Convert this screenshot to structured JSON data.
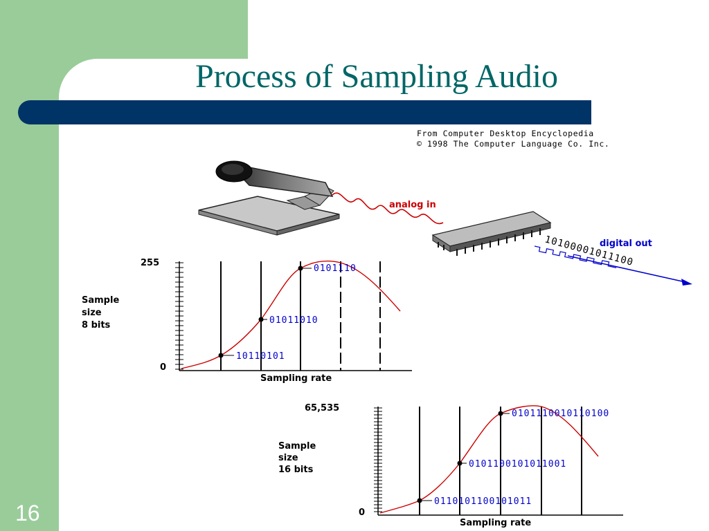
{
  "slide": {
    "title": "Process of Sampling Audio",
    "number": "16"
  },
  "credit": {
    "line1": "From Computer Desktop Encyclopedia",
    "line2": "© 1998 The Computer Language Co. Inc."
  },
  "converter": {
    "analog_label": "analog in",
    "digital_label": "digital out",
    "bit_stream": "10100001011100"
  },
  "chart_data": [
    {
      "type": "line",
      "ytick_labels": [
        "255",
        "0"
      ],
      "ylabel_lines": [
        "Sample",
        "size",
        "8 bits"
      ],
      "xlabel": "Sampling rate",
      "samples": [
        "10110101",
        "01011010",
        "0101110"
      ]
    },
    {
      "type": "line",
      "ytick_labels": [
        "65,535",
        "0"
      ],
      "ylabel_lines": [
        "Sample",
        "size",
        "16 bits"
      ],
      "xlabel": "Sampling rate",
      "samples": [
        "0110101100101011",
        "0101100101011001",
        "0101110010110100"
      ]
    }
  ],
  "colors": {
    "side_band": "#99cc99",
    "title_bar": "#003366",
    "title_text": "#006666",
    "curve": "#cc0000",
    "binary_text": "#0000cc"
  }
}
